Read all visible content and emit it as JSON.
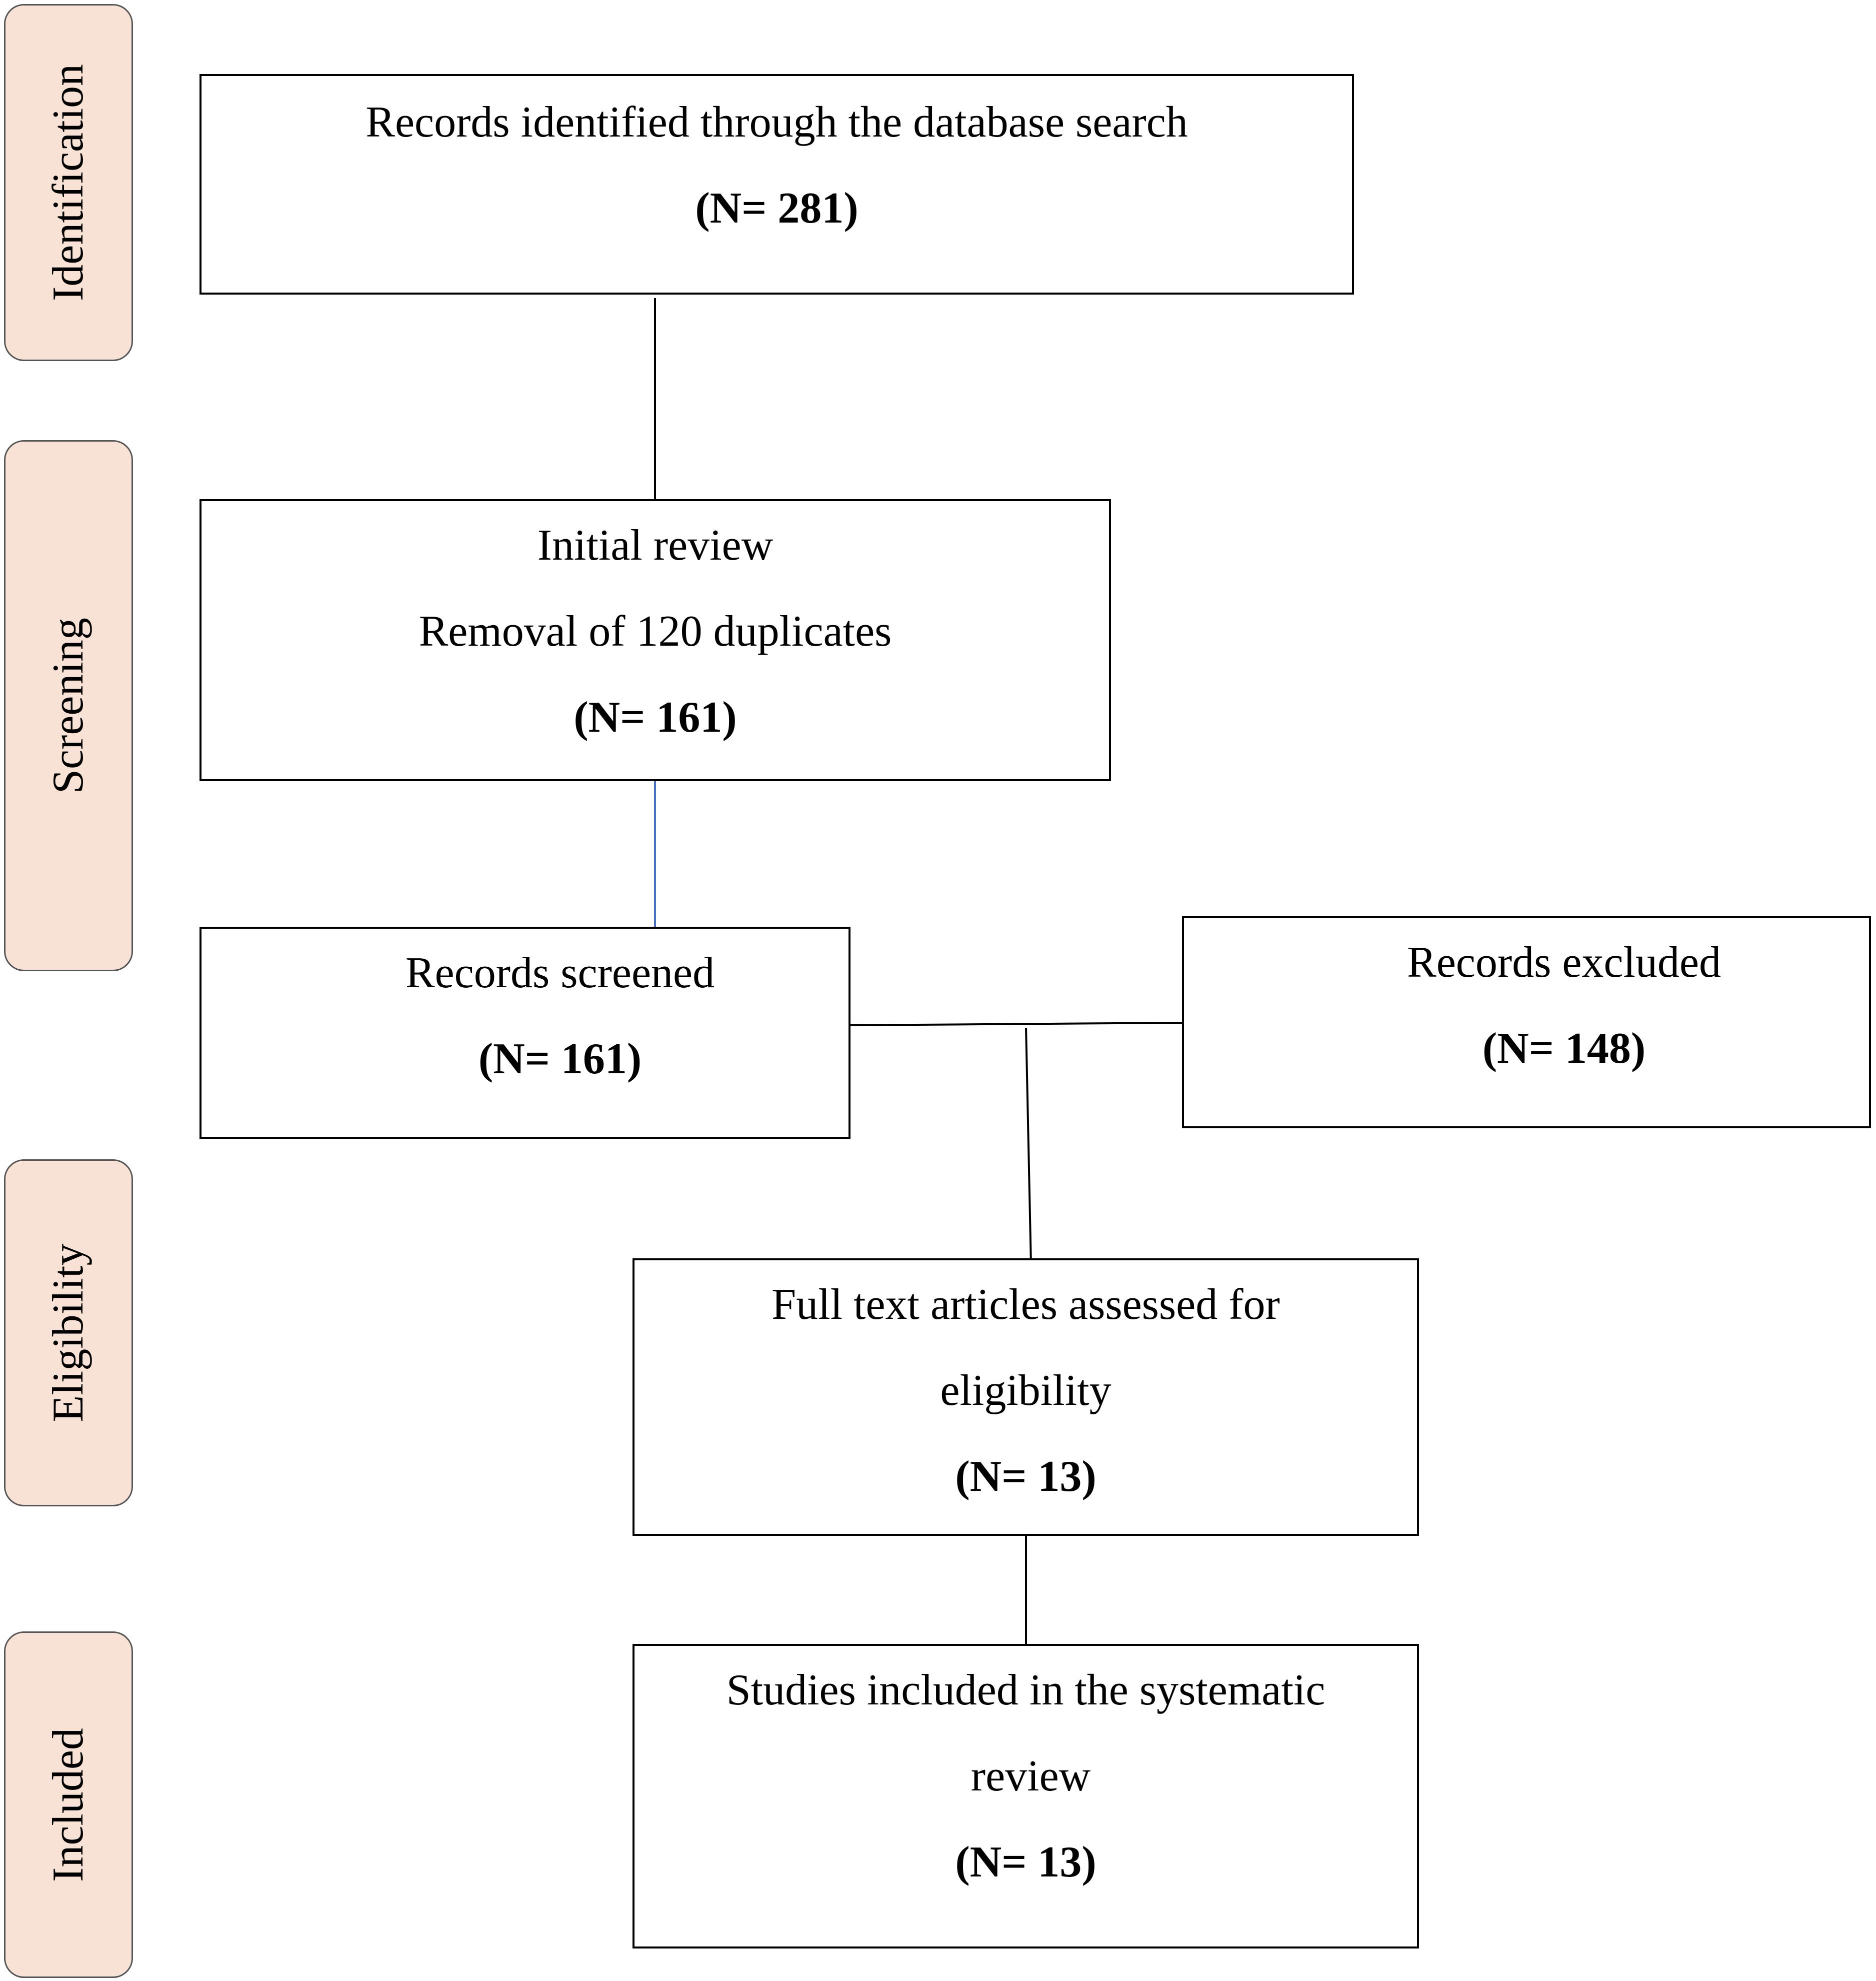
{
  "phases": {
    "identification": "Identification",
    "screening": "Screening",
    "eligibility": "Eligibility",
    "included": "Included"
  },
  "boxes": {
    "identified": {
      "text": "Records identified through the database search",
      "count": "(N= 281)"
    },
    "initial_review": {
      "text": "Initial review",
      "subtext": "Removal of 120 duplicates",
      "count": "(N= 161)"
    },
    "screened": {
      "text": "Records screened",
      "count": "(N= 161)"
    },
    "excluded": {
      "text": "Records excluded",
      "count": "(N= 148)"
    },
    "eligibility": {
      "text_line1": "Full text articles assessed for",
      "text_line2": "eligibility",
      "count": "(N= 13)"
    },
    "included": {
      "text_line1": "Studies included in the systematic",
      "text_line2": "review",
      "count": "(N= 13)"
    }
  },
  "colors": {
    "phase_fill": "#f8e2d6",
    "connector": "#000000",
    "accent_connector": "#4472c4"
  }
}
